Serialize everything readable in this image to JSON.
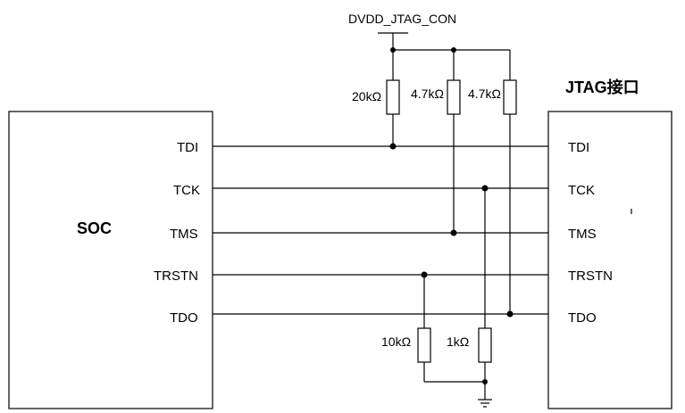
{
  "power_net": "DVDD_JTAG_CON",
  "left_block": {
    "label": "SOC"
  },
  "right_block": {
    "label": "JTAG接口"
  },
  "signals": [
    "TDI",
    "TCK",
    "TMS",
    "TRSTN",
    "TDO"
  ],
  "resistors": {
    "pullup_tdi": "20kΩ",
    "pullup_tms": "4.7kΩ",
    "pullup_tdo": "4.7kΩ",
    "pulldown_trstn": "10kΩ",
    "pulldown_tck": "1kΩ"
  }
}
